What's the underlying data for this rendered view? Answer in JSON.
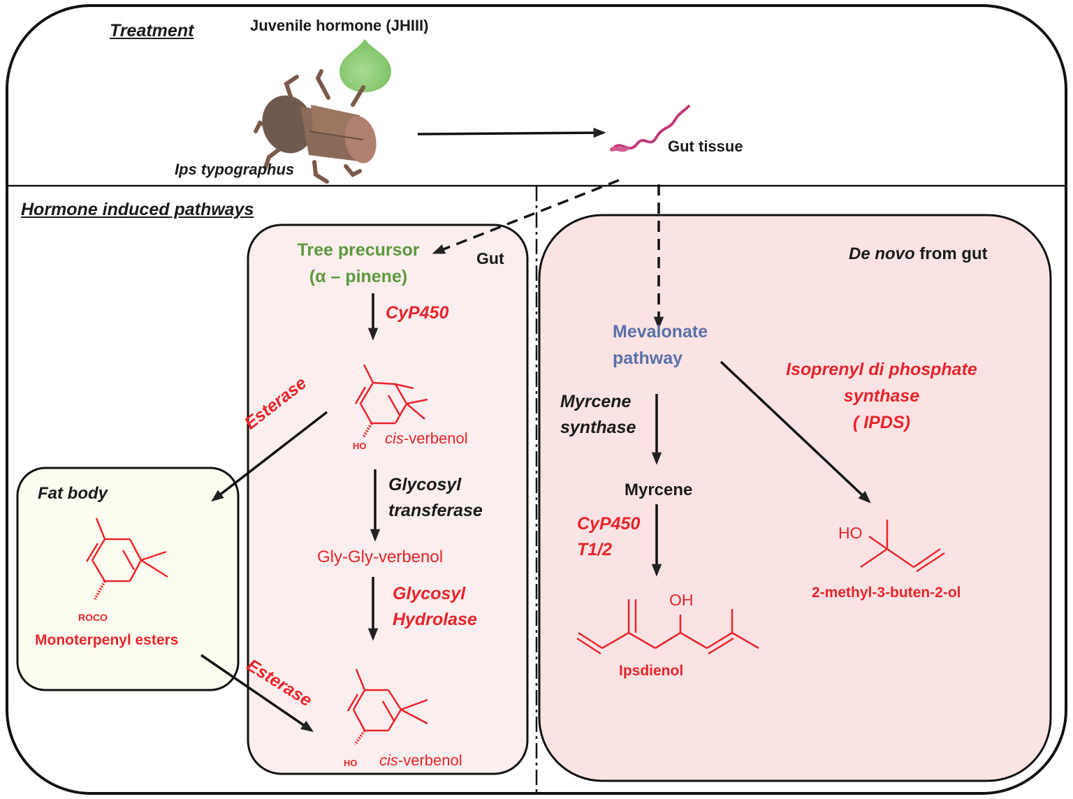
{
  "sections": {
    "treatment_title": "Treatment",
    "pathways_title": "Hormone induced pathways"
  },
  "treatment": {
    "hormone_label": "Juvenile hormone  (JHIII)",
    "beetle_label": "Ips typographus",
    "tissue_label": "Gut tissue"
  },
  "gut_box": {
    "title": "Gut",
    "precursor_line1": "Tree precursor",
    "precursor_line2": "(α – pinene)",
    "enzyme_cyp": "CyP450",
    "cis_verbenol_prefix": "cis",
    "cis_verbenol_suffix": "-verbenol",
    "ho_label": "HO",
    "enzyme_glyco_transferase_1": "Glycosyl",
    "enzyme_glyco_transferase_2": "transferase",
    "gly_verbenol": "Gly-Gly-verbenol",
    "enzyme_glyco_hydrolase_1": "Glycosyl",
    "enzyme_glyco_hydrolase_2": "Hydrolase"
  },
  "esterase_label": "Esterase",
  "fat_body": {
    "title": "Fat body",
    "roco_label": "ROCO",
    "product": "Monoterpenyl  esters"
  },
  "denovo_box": {
    "title_italic": "De novo",
    "title_rest": " from gut",
    "mevalonate_line1": "Mevalonate",
    "mevalonate_line2": "pathway",
    "myrcene_synthase_1": "Myrcene",
    "myrcene_synthase_2": "synthase",
    "myrcene": "Myrcene",
    "cyp_t12_1": "CyP450",
    "cyp_t12_2": "T1/2",
    "oh_label": "OH",
    "ipsdienol": "Ipsdienol",
    "ipds_1": "Isoprenyl di phosphate",
    "ipds_2": "synthase",
    "ipds_3": "( IPDS)",
    "ho_label2": "HO",
    "methylbutenol": "2-methyl-3-buten-2-ol"
  },
  "colors": {
    "enzyme_red": "#e8252b",
    "precursor_green": "#5a9a3c",
    "mevalonate_blue": "#5870a8",
    "gut_fill": "#fbeeee",
    "denovo_fill": "#fbe3e3",
    "fatbody_fill": "#fdfcf0",
    "drop_green": "#8fcf7a",
    "beetle_brown": "#8b6a55",
    "gut_tissue_magenta": "#c03a78"
  },
  "icons": [
    "hormone-drop-icon",
    "bark-beetle-icon",
    "gut-tissue-icon"
  ]
}
